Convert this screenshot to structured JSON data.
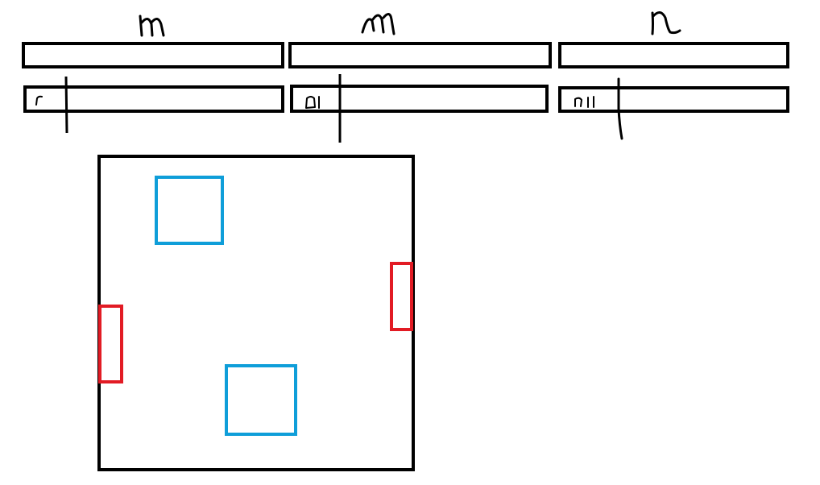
{
  "colors": {
    "ink": "#000000",
    "blue": "#0f9ed9",
    "red": "#e21b24",
    "background": "#ffffff"
  },
  "columns": [
    {
      "heading_glyph": "m",
      "input_label": "",
      "slider_label": "r",
      "slider_level": 0.17
    },
    {
      "heading_glyph": "m",
      "input_label": "",
      "slider_label": "01",
      "slider_level": 0.2
    },
    {
      "heading_glyph": "n",
      "input_label": "",
      "slider_label": "011",
      "slider_level": 0.26
    }
  ],
  "arena": {
    "blue_boxes": 2,
    "red_paddles": 2
  }
}
